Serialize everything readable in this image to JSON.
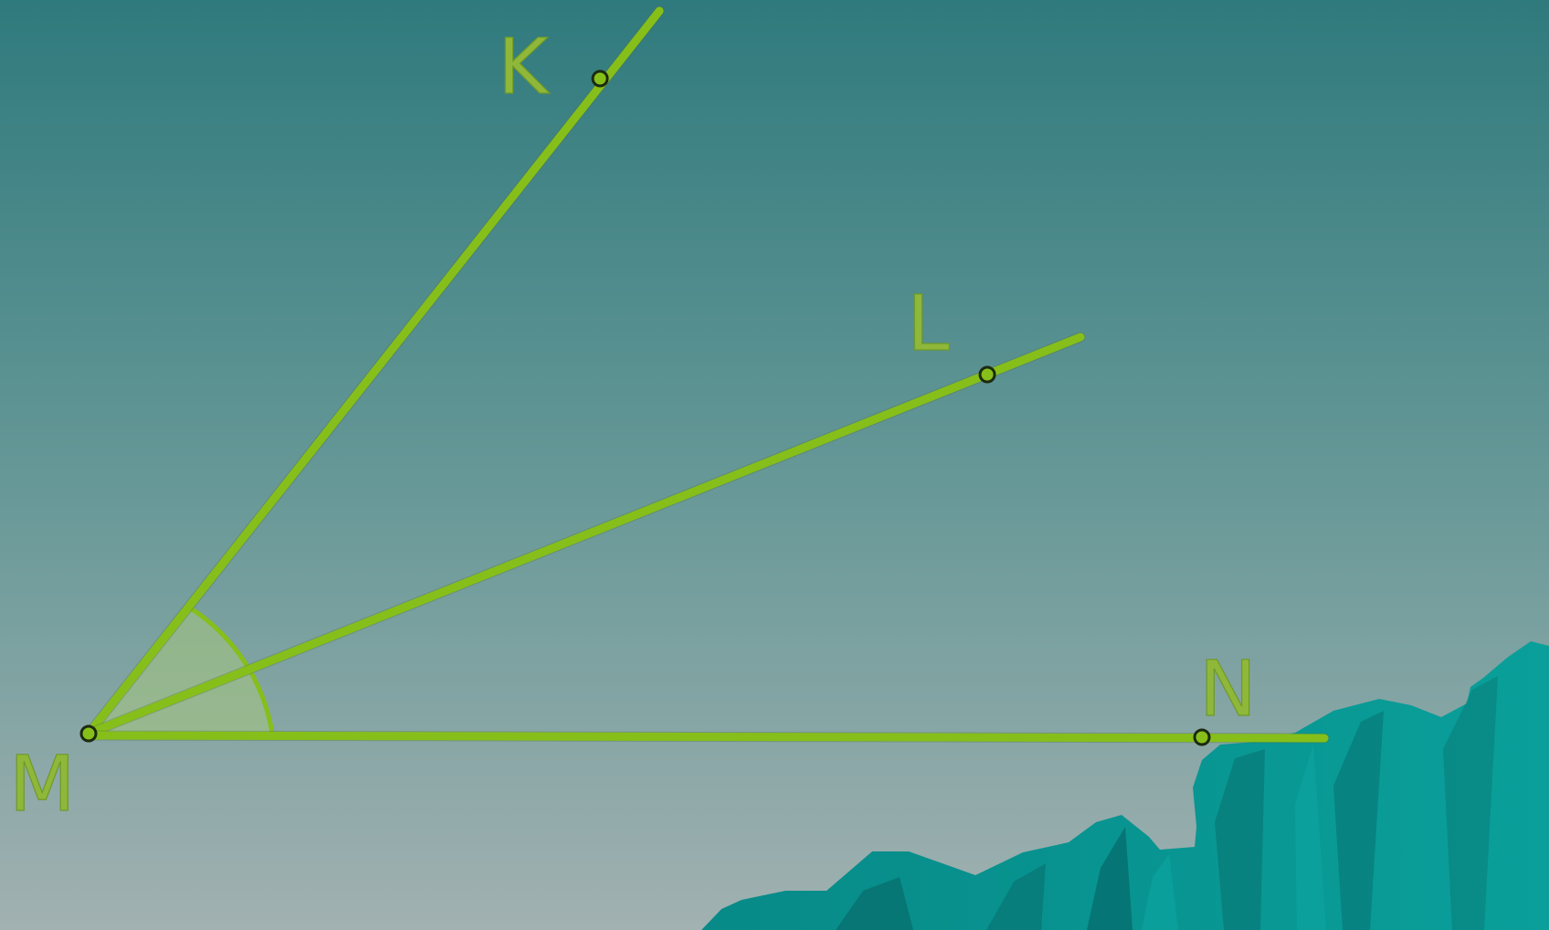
{
  "diagram": {
    "vertex": {
      "label": "M"
    },
    "rays": [
      {
        "id": "MK",
        "label": "K"
      },
      {
        "id": "ML",
        "label": "L"
      },
      {
        "id": "MN",
        "label": "N"
      }
    ]
  },
  "colors": {
    "background_top": "#2f7a7d",
    "background_bottom": "#a2b1b1",
    "ray": "#86bf1a",
    "label": "#8fb83a",
    "angle_fill": "#a6c67e",
    "rock": "#0c9490",
    "rock_dark": "#07716f"
  }
}
